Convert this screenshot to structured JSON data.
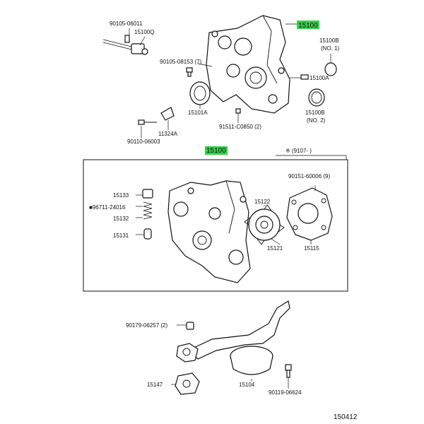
{
  "colors": {
    "highlight": "#36d14a",
    "ink": "#111111",
    "background": "#ffffff"
  },
  "labels": {
    "p90105_06011": "90105-06011",
    "p15100Q": "15100Q",
    "p15100_top": "15100",
    "p15100B_no1": "15100B",
    "no1": "(NO. 1)",
    "p90105_08153": "90105-08153 (7)",
    "p15100A": "15100A",
    "p15101A": "15101A",
    "p91511_c0850": "91511-C0850 (2)",
    "p15100B_no2": "15100B",
    "no2": "(NO. 2)",
    "p11324A": "11324A",
    "p90110_06003": "90110-06003",
    "p15100_mid": "15100",
    "date_range": "※ (9107-      )",
    "p90151_60006": "90151-60006 (9)",
    "p15133": "15133",
    "p96711_24016": "■96711-24016",
    "p15132": "15132",
    "p15122": "15122",
    "p15131": "15131",
    "p15121": "15121",
    "p15115": "15115",
    "p90179_06257": "90179-06257 (2)",
    "p15147": "15147",
    "p15104": "15104",
    "p90119_06624": "90119-06624",
    "figure_number": "150412"
  }
}
